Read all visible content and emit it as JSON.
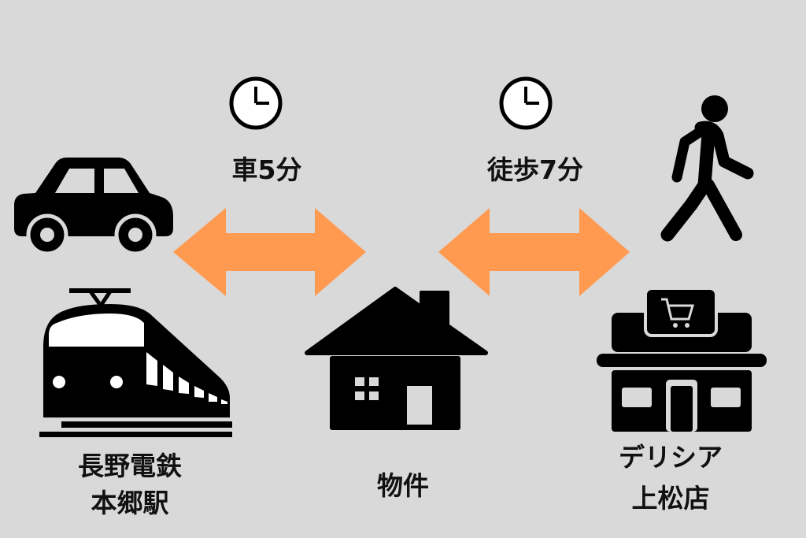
{
  "colors": {
    "background": "#d9d9d9",
    "arrow": "#ff9a50",
    "icon": "#000000"
  },
  "routes": [
    {
      "label": "車5分",
      "icon": "clock-icon"
    },
    {
      "label": "徒歩7分",
      "icon": "clock-icon"
    }
  ],
  "places": {
    "station": {
      "line1": "長野電鉄",
      "line2": "本郷駅",
      "icon": "train-icon"
    },
    "property": {
      "label": "物件",
      "icon": "house-icon"
    },
    "store": {
      "line1": "デリシア",
      "line2": "上松店",
      "icon": "store-icon"
    }
  },
  "modes": [
    "car-icon",
    "walking-person-icon"
  ]
}
